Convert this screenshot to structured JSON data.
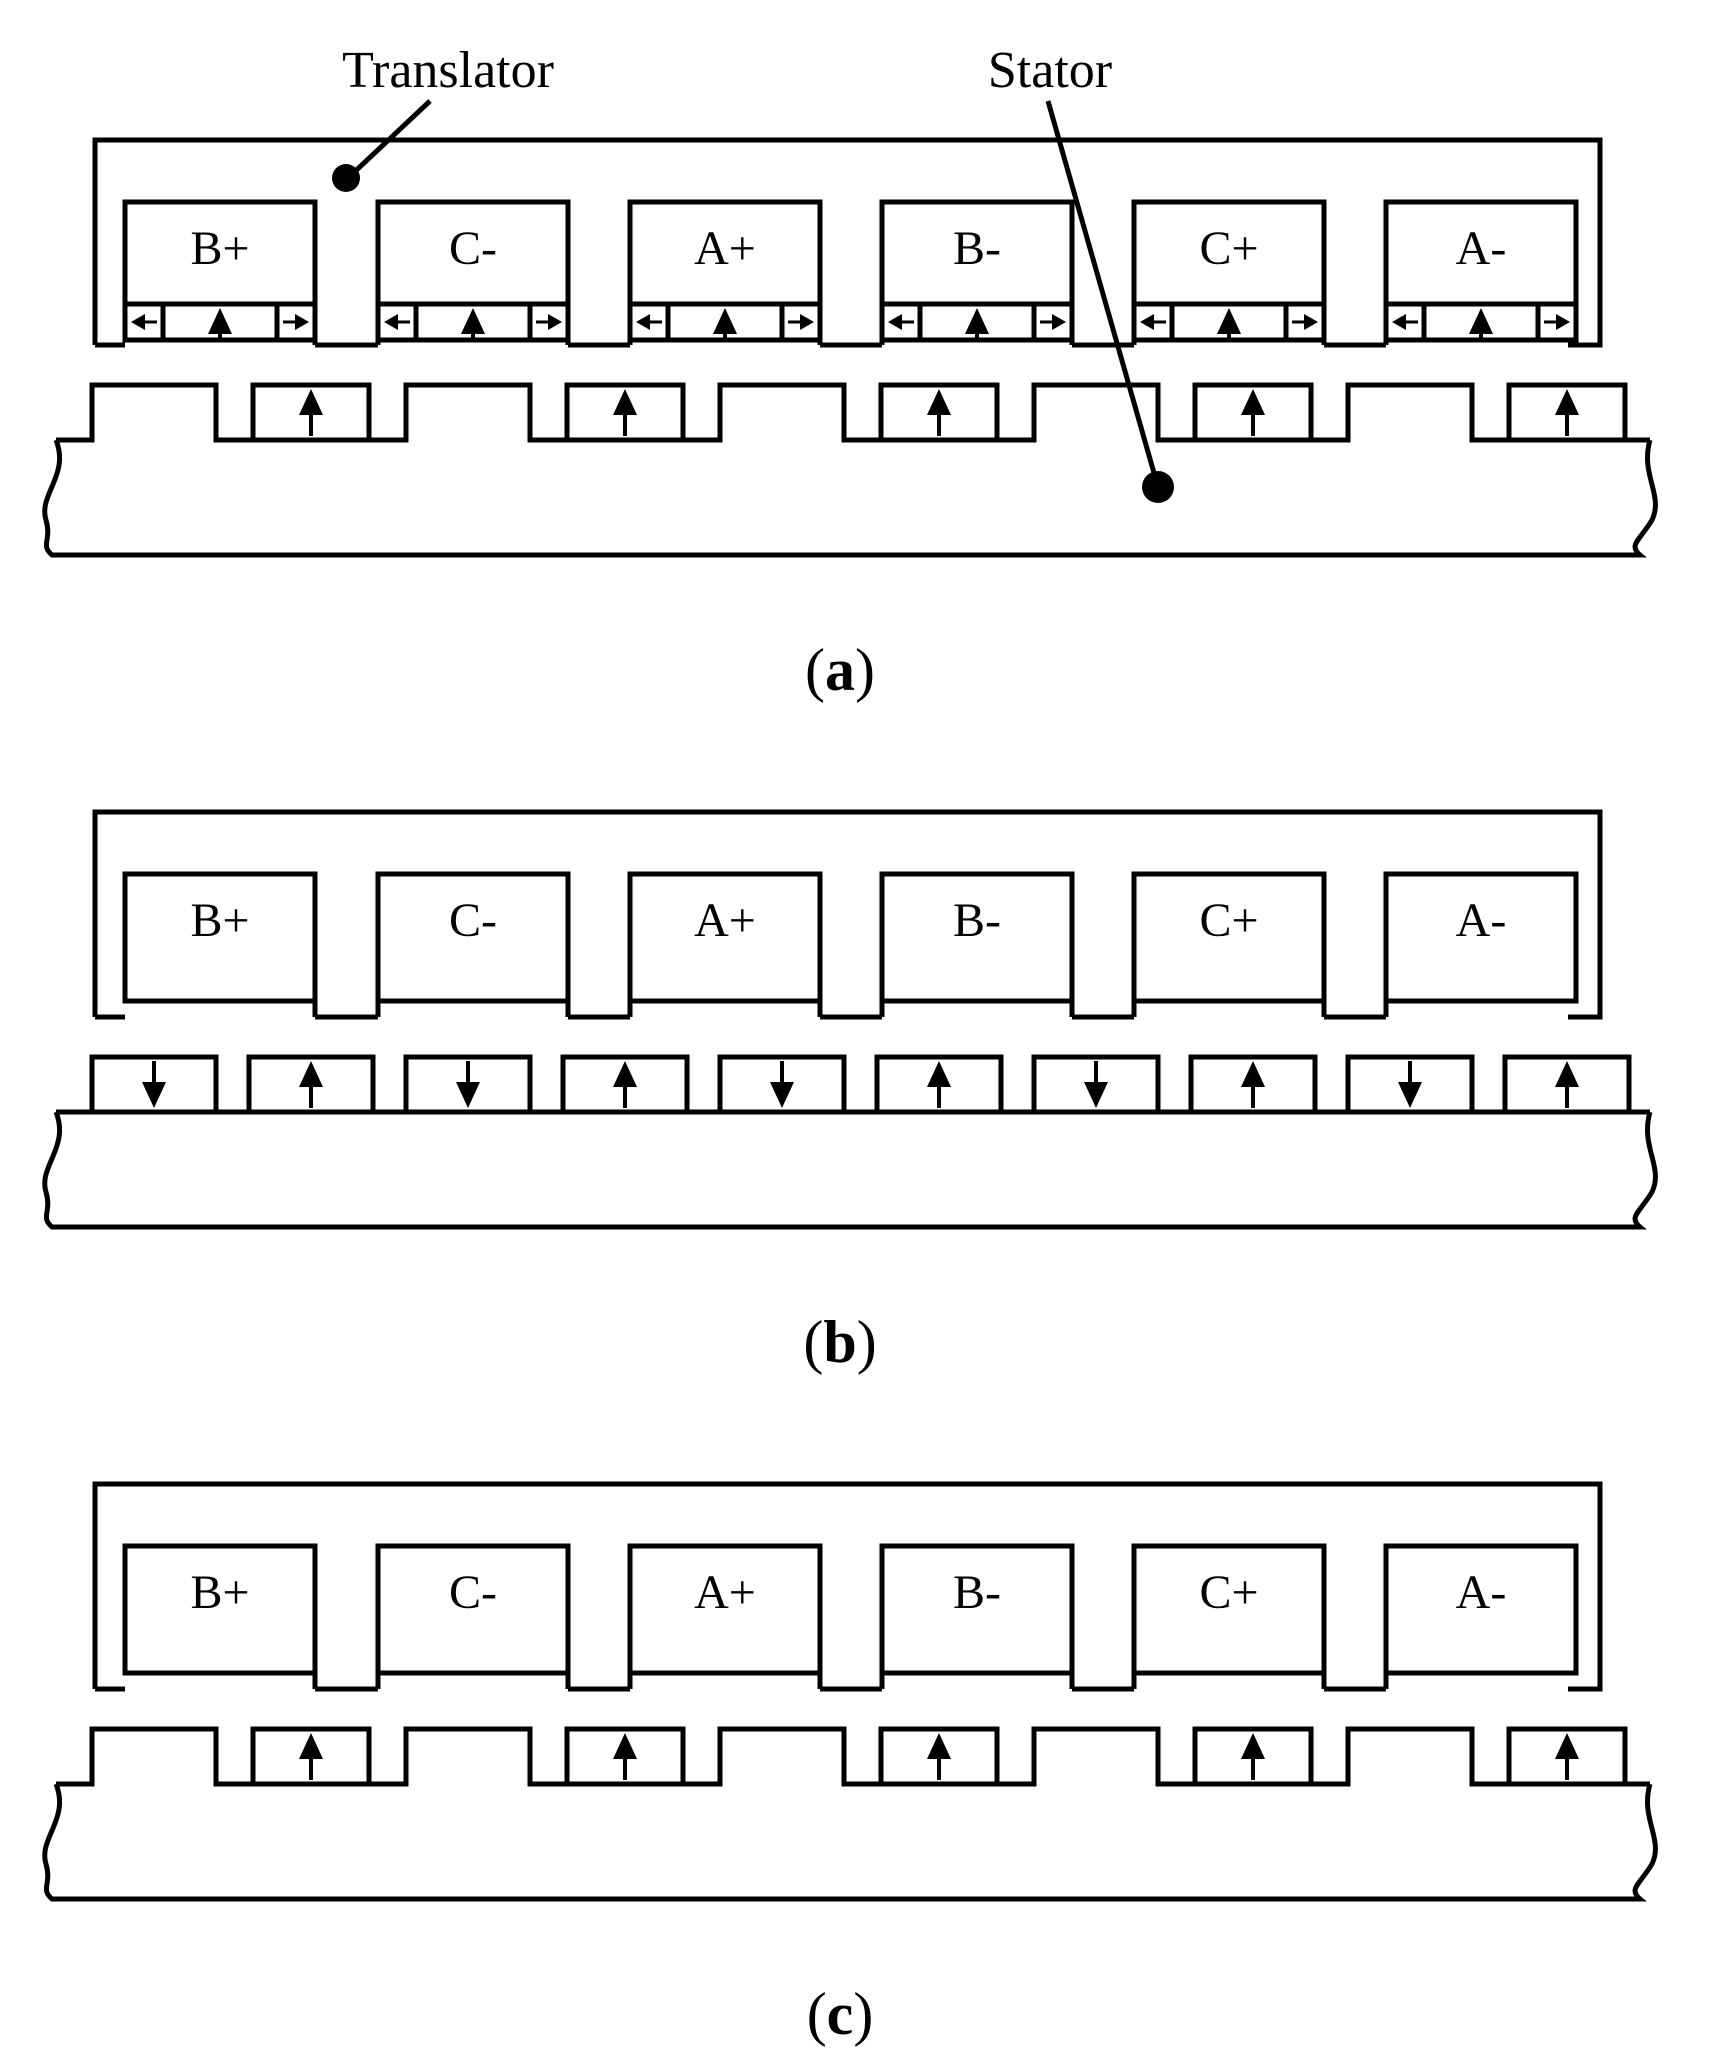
{
  "callouts": {
    "translator": "Translator",
    "stator": "Stator"
  },
  "coil_labels": [
    "B+",
    "C-",
    "A+",
    "B-",
    "C+",
    "A-"
  ],
  "panels": [
    {
      "letter": "a",
      "stator": "teeth-with-slot-magnets",
      "translator_magnets": "halbach-per-coil"
    },
    {
      "letter": "b",
      "stator": "alternating-surface-magnets",
      "translator_magnets": "none"
    },
    {
      "letter": "c",
      "stator": "teeth-with-slot-magnets",
      "translator_magnets": "none"
    }
  ],
  "colors": {
    "line": "#000000",
    "background": "#ffffff"
  }
}
